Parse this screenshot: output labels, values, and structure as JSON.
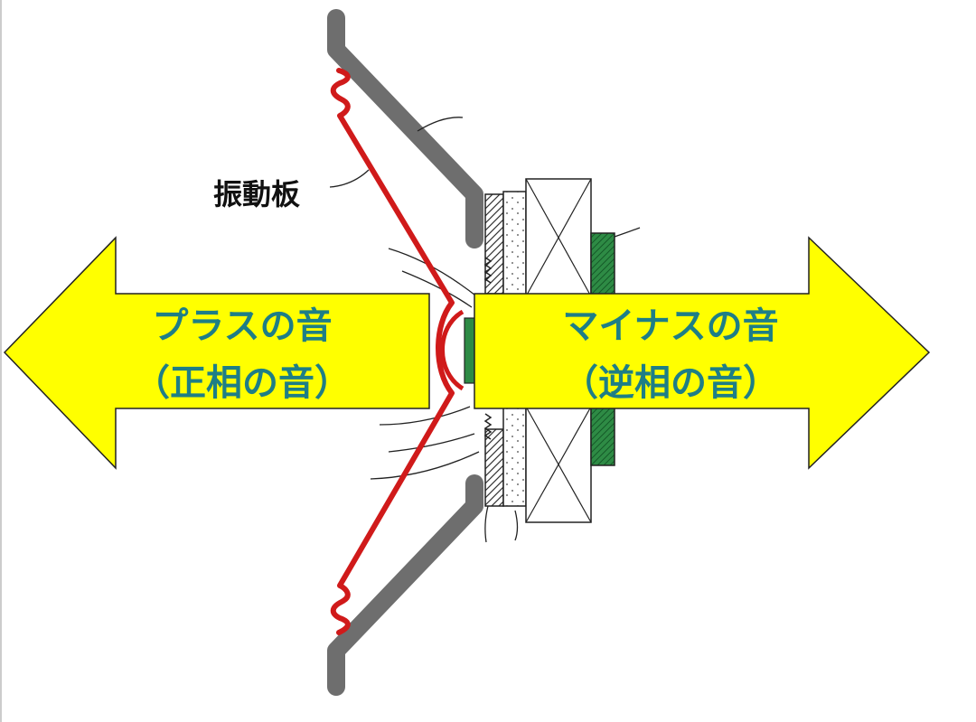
{
  "labels": {
    "diaphragm": "振動板",
    "left_arrow_line1": "プラスの音",
    "left_arrow_line2": "（正相の音）",
    "right_arrow_line1": "マイナスの音",
    "right_arrow_line2": "（逆相の音）"
  },
  "colors": {
    "arrow_fill": "#ffff00",
    "arrow_stroke": "#222222",
    "arrow_text": "#1e7e86",
    "diaphragm": "#d01a1a",
    "frame": "#6e6e6e",
    "magnet": "#2e8b45",
    "outline": "#222222"
  }
}
